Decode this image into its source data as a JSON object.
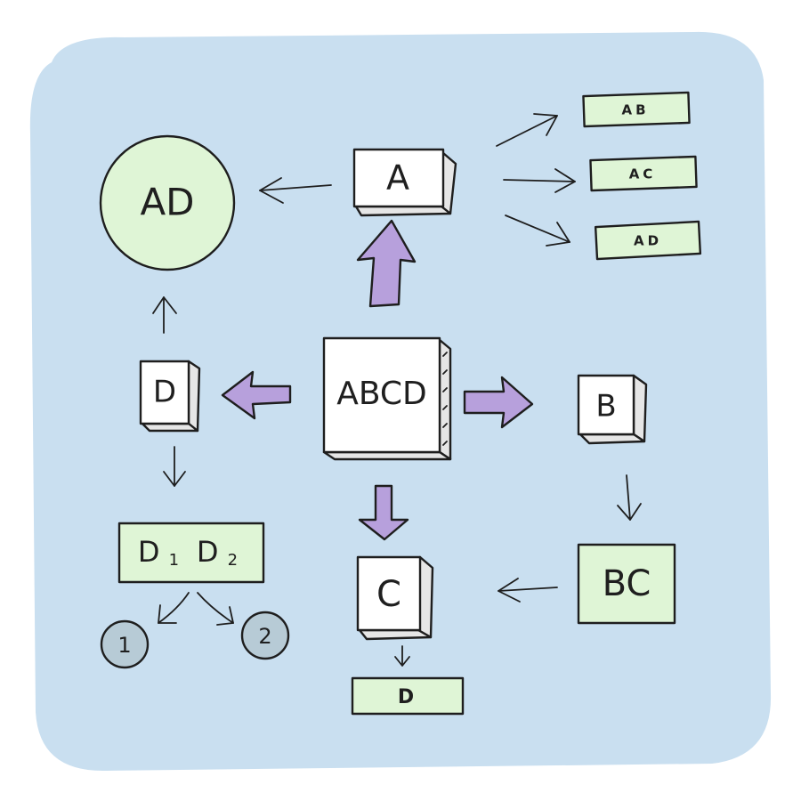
{
  "colors": {
    "background_blob": "#c9dff0",
    "box_fill": "#ffffff",
    "box_side": "#e6e6e6",
    "green_fill": "#dff5d6",
    "purple_arrow": "#b7a0dc",
    "circle_fill": "#b7cbd6"
  },
  "nodes": {
    "abcd": "ABCD",
    "a": "A",
    "b": "B",
    "c": "C",
    "d": "D",
    "ad_circle": "AD",
    "bc": "BC",
    "c_result": "D",
    "d1": "D",
    "d1_sub": "1",
    "d2": "D",
    "d2_sub": "2",
    "leaf1": "1",
    "leaf2": "2"
  },
  "a_branches": [
    "AB",
    "AC",
    "AD"
  ]
}
